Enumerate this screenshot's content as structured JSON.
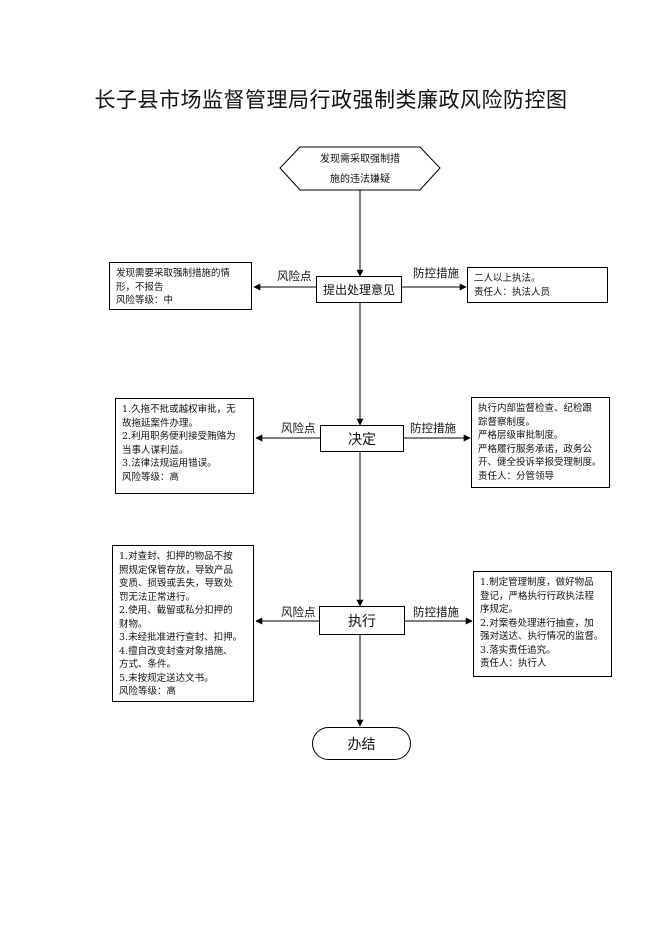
{
  "title": "长子县市场监督管理局行政强制类廉政风险防控图",
  "start": {
    "lines": [
      "发现需采取强制措",
      "施的违法嫌疑"
    ]
  },
  "steps": [
    {
      "label": "提出处理意见",
      "risk_label": "风险点",
      "control_label": "防控措施",
      "risk": [
        "发现需要采取强制措施的情",
        "形，不报告",
        "风险等级：中"
      ],
      "control": [
        "二人以上执法。",
        "责任人：执法人员"
      ]
    },
    {
      "label": "决定",
      "risk_label": "风险点",
      "control_label": "防控措施",
      "risk": [
        "1.久拖不批或越权审批，无",
        "故拖延案件办理。",
        "2.利用职务便利接受贿赂为",
        "当事人谋利益。",
        "3.法律法规运用错误。",
        "风险等级：高"
      ],
      "control": [
        "执行内部监督检查、纪检跟",
        "踪督察制度。",
        "严格层级审批制度。",
        "严格履行服务承诺，政务公",
        "开、健全投诉举报受理制度。",
        "责任人：分管领导"
      ]
    },
    {
      "label": "执行",
      "risk_label": "风险点",
      "control_label": "防控措施",
      "risk": [
        "1.对查封、扣押的物品不按",
        "照规定保管存放，导致产品",
        "变质、损毁或丢失，导致处",
        "罚无法正常进行。",
        "2.使用、截留或私分扣押的",
        "财物。",
        "3.未经批准进行查封、扣押。",
        "4.擅自改变封查对象措施、",
        "方式、条件。",
        "5.未按规定送达文书。",
        "风险等级：高"
      ],
      "control": [
        "1.制定管理制度，做好物品",
        "登记，严格执行行政执法程",
        "序规定。",
        "2.对案卷处理进行抽查，加",
        "强对送达、执行情况的监督。",
        "3.落实责任追究。",
        "责任人：执行人"
      ]
    }
  ],
  "end": {
    "label": "办结"
  }
}
